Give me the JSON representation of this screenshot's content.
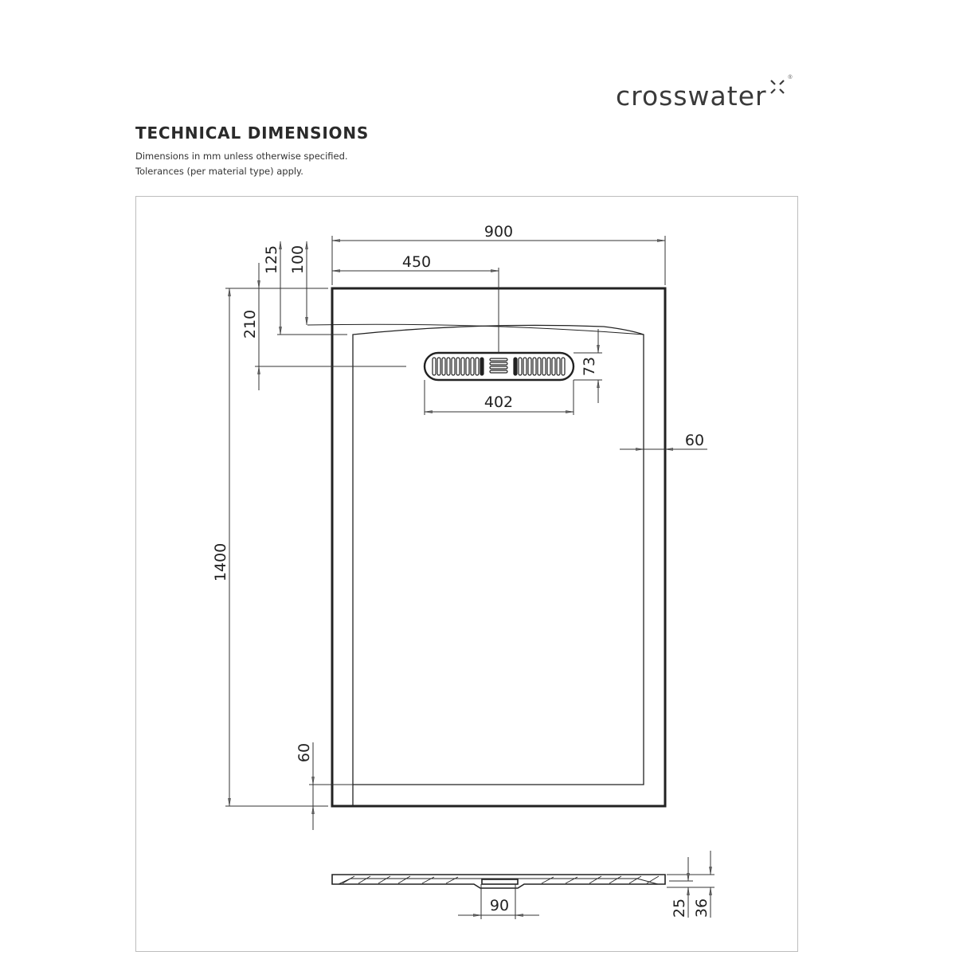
{
  "brand": {
    "name": "crosswater",
    "mark": "x",
    "registered": "®"
  },
  "header": {
    "title": "TECHNICAL DIMENSIONS",
    "notes": [
      "Dimensions in mm unless otherwise specified.",
      "Tolerances (per material type) apply."
    ]
  },
  "drawing": {
    "plan_view": {
      "overall_width": "900",
      "waste_center_offset": "450",
      "overall_length": "1400",
      "edge_offset_100": "100",
      "edge_offset_125": "125",
      "waste_center_from_top": "210",
      "waste_length": "402",
      "waste_width": "73",
      "side_border": "60",
      "bottom_border": "60"
    },
    "section_view": {
      "waste_outlet_width": "90",
      "tray_height_edge": "25",
      "tray_height_total": "36"
    }
  },
  "colors": {
    "line": "#222222",
    "frame": "#bdbdbd",
    "text": "#222222"
  }
}
